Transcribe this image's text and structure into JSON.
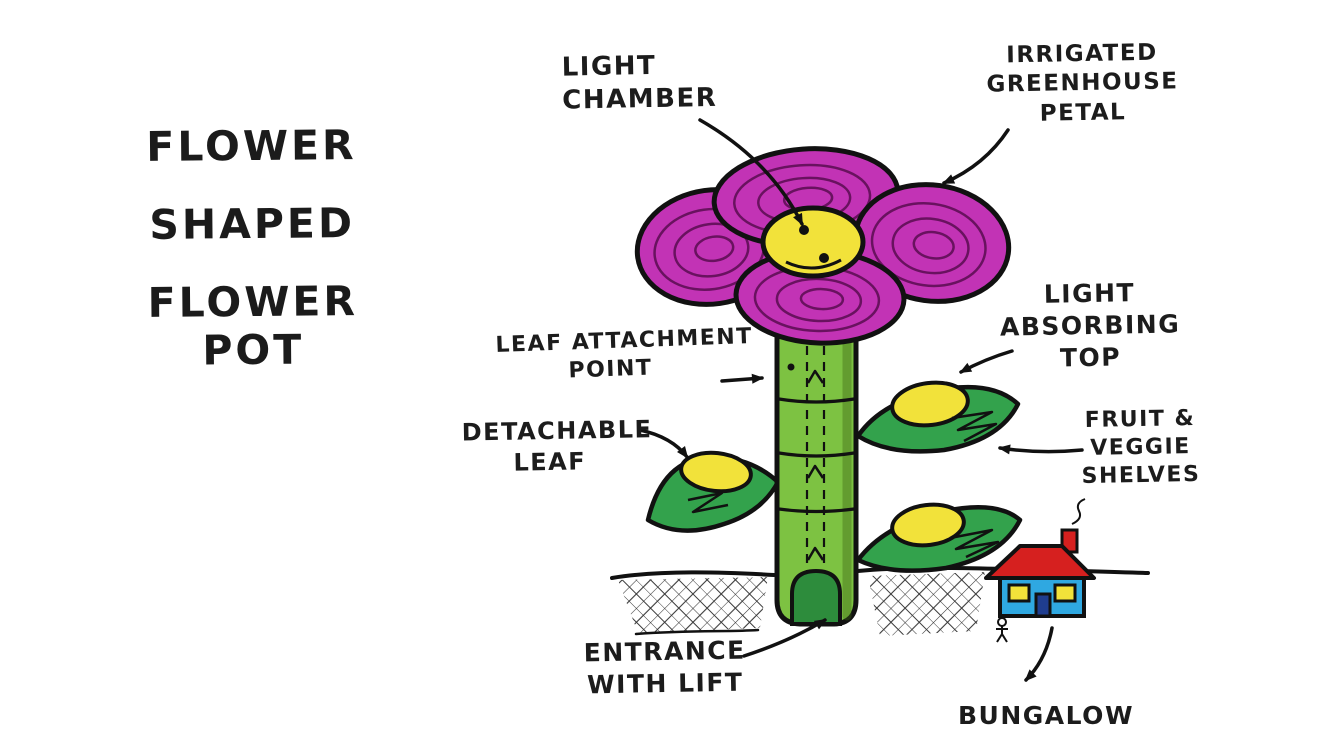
{
  "title": {
    "line1": "FLOWER",
    "line2": "SHAPED",
    "line3": "FLOWER POT"
  },
  "labels": {
    "light_chamber": {
      "line1": "LIGHT",
      "line2": "CHAMBER"
    },
    "irrigated_petal": {
      "line1": "IRRIGATED",
      "line2": "GREENHOUSE",
      "line3": "PETAL"
    },
    "leaf_attachment": {
      "line1": "LEAF ATTACHMENT",
      "line2": "POINT"
    },
    "detachable_leaf": {
      "line1": "DETACHABLE",
      "line2": "LEAF"
    },
    "light_absorbing": {
      "line1": "LIGHT",
      "line2": "ABSORBING",
      "line3": "TOP"
    },
    "fruit_veggie": {
      "line1": "FRUIT &",
      "line2": "VEGGIE",
      "line3": "SHELVES"
    },
    "entrance": {
      "line1": "ENTRANCE",
      "line2": "WITH LIFT"
    },
    "bungalow": {
      "line1": "BUNGALOW"
    }
  },
  "colors": {
    "petal": "#c233b5",
    "spiral": "#69125f",
    "yellow": "#f2e23a",
    "stem": "#7dc242",
    "leaf": "#33a24c",
    "entrance": "#2d8c3c",
    "house_blue": "#2fa8e1",
    "roof_red": "#d6201f",
    "window_yellow": "#f2e23a",
    "door_blue": "#1f3d8f",
    "ink": "#111111"
  }
}
